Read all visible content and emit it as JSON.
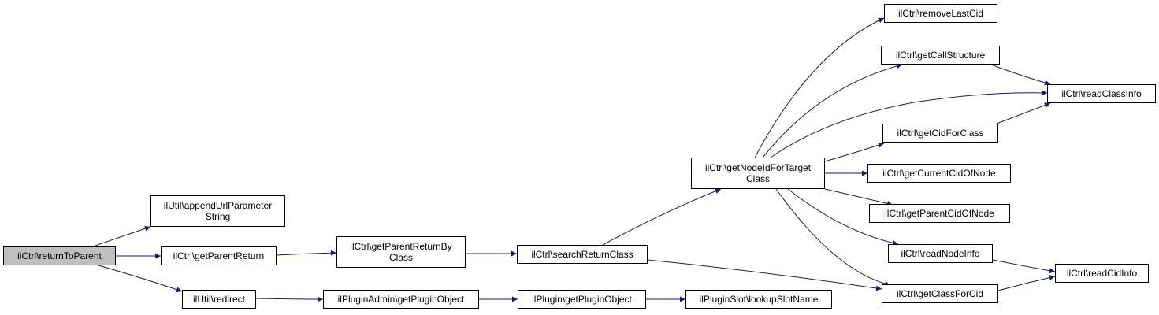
{
  "colors": {
    "edge": "#191970",
    "root_fill": "#bfbfbf",
    "node_fill": "#ffffff",
    "border": "#000000"
  },
  "nodes": [
    {
      "id": "returnToParent",
      "label": "ilCtrl\\returnToParent",
      "root": true
    },
    {
      "id": "appendUrlParameterString",
      "label": "ilUtil\\appendUrlParameter\nString"
    },
    {
      "id": "getParentReturn",
      "label": "ilCtrl\\getParentReturn"
    },
    {
      "id": "redirect",
      "label": "ilUtil\\redirect"
    },
    {
      "id": "getParentReturnByClass",
      "label": "ilCtrl\\getParentReturnBy\nClass"
    },
    {
      "id": "adminGetPluginObject",
      "label": "ilPluginAdmin\\getPluginObject"
    },
    {
      "id": "searchReturnClass",
      "label": "ilCtrl\\searchReturnClass"
    },
    {
      "id": "pluginGetPluginObject",
      "label": "ilPlugin\\getPluginObject"
    },
    {
      "id": "getNodeIdForTargetClass",
      "label": "ilCtrl\\getNodeIdForTarget\nClass"
    },
    {
      "id": "lookupSlotName",
      "label": "ilPluginSlot\\lookupSlotName"
    },
    {
      "id": "removeLastCid",
      "label": "ilCtrl\\removeLastCid"
    },
    {
      "id": "getCallStructure",
      "label": "ilCtrl\\getCallStructure"
    },
    {
      "id": "getCidForClass",
      "label": "ilCtrl\\getCidForClass"
    },
    {
      "id": "getCurrentCidOfNode",
      "label": "ilCtrl\\getCurrentCidOfNode"
    },
    {
      "id": "getParentCidOfNode",
      "label": "ilCtrl\\getParentCidOfNode"
    },
    {
      "id": "readNodeInfo",
      "label": "ilCtrl\\readNodeInfo"
    },
    {
      "id": "getClassForCid",
      "label": "ilCtrl\\getClassForCid"
    },
    {
      "id": "readClassInfo",
      "label": "ilCtrl\\readClassInfo"
    },
    {
      "id": "readCidInfo",
      "label": "ilCtrl\\readCidInfo"
    }
  ],
  "edges": [
    {
      "from": "returnToParent",
      "to": "appendUrlParameterString"
    },
    {
      "from": "returnToParent",
      "to": "getParentReturn"
    },
    {
      "from": "returnToParent",
      "to": "redirect"
    },
    {
      "from": "getParentReturn",
      "to": "getParentReturnByClass"
    },
    {
      "from": "getParentReturnByClass",
      "to": "searchReturnClass"
    },
    {
      "from": "searchReturnClass",
      "to": "getNodeIdForTargetClass"
    },
    {
      "from": "searchReturnClass",
      "to": "getClassForCid"
    },
    {
      "from": "redirect",
      "to": "adminGetPluginObject"
    },
    {
      "from": "adminGetPluginObject",
      "to": "pluginGetPluginObject"
    },
    {
      "from": "pluginGetPluginObject",
      "to": "lookupSlotName"
    },
    {
      "from": "getNodeIdForTargetClass",
      "to": "removeLastCid"
    },
    {
      "from": "getNodeIdForTargetClass",
      "to": "getCallStructure"
    },
    {
      "from": "getNodeIdForTargetClass",
      "to": "readClassInfo"
    },
    {
      "from": "getNodeIdForTargetClass",
      "to": "getCidForClass"
    },
    {
      "from": "getNodeIdForTargetClass",
      "to": "getCurrentCidOfNode"
    },
    {
      "from": "getNodeIdForTargetClass",
      "to": "getParentCidOfNode"
    },
    {
      "from": "getNodeIdForTargetClass",
      "to": "readNodeInfo"
    },
    {
      "from": "getNodeIdForTargetClass",
      "to": "getClassForCid"
    },
    {
      "from": "getCallStructure",
      "to": "readClassInfo"
    },
    {
      "from": "getCidForClass",
      "to": "readClassInfo"
    },
    {
      "from": "readNodeInfo",
      "to": "readCidInfo"
    },
    {
      "from": "getClassForCid",
      "to": "readCidInfo"
    }
  ]
}
